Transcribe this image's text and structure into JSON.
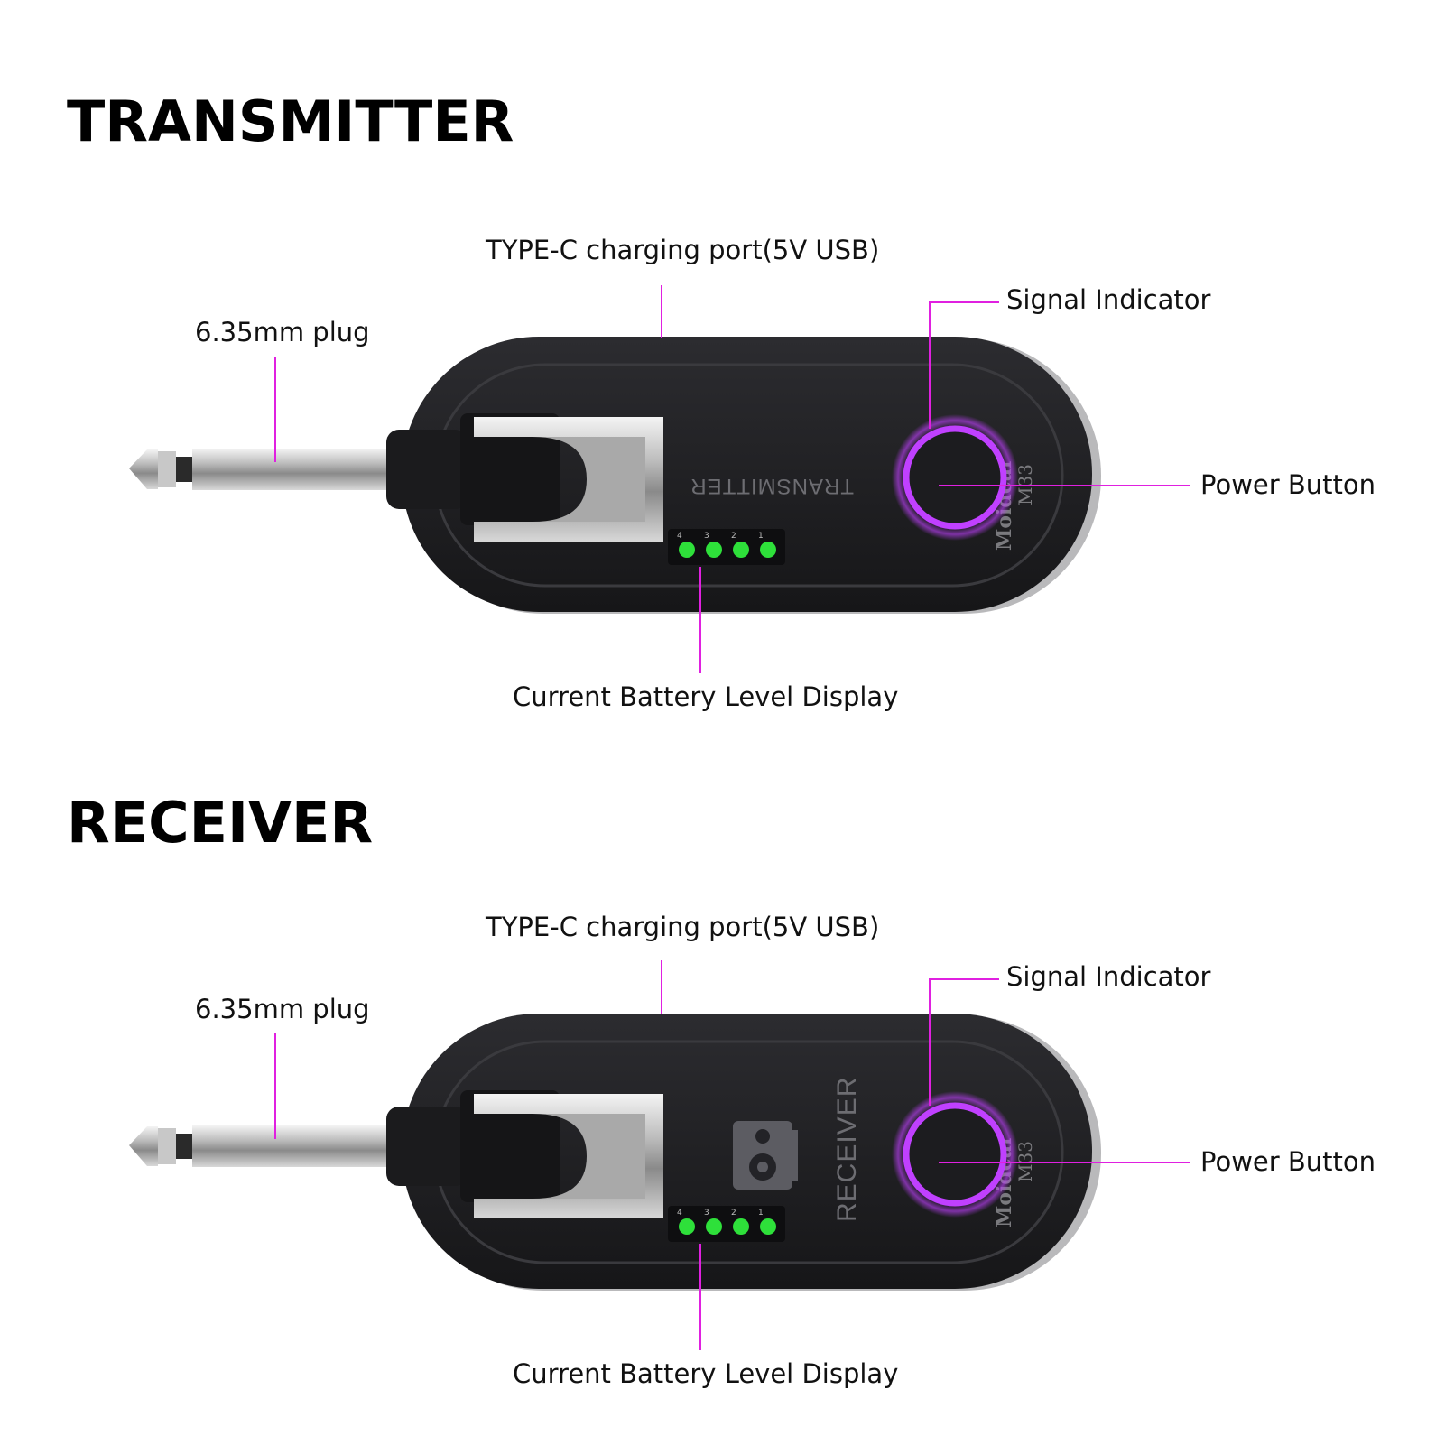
{
  "colors": {
    "callout": "#e020e0",
    "led": "#2ee03a",
    "ring": "#c040ff",
    "body": "#222226"
  },
  "sections": [
    {
      "heading": "TRANSMITTER",
      "labels": {
        "usb": "TYPE-C charging port(5V USB)",
        "plug": "6.35mm plug",
        "signal": "Signal Indicator",
        "power": "Power Button",
        "battery": "Current Battery Level Display"
      },
      "device_text": "TRANSMITTER",
      "brand": "Moideal",
      "model": "M33",
      "led_numbers": [
        "4",
        "3",
        "2",
        "1"
      ]
    },
    {
      "heading": "RECEIVER",
      "labels": {
        "usb": "TYPE-C charging port(5V USB)",
        "plug": "6.35mm plug",
        "signal": "Signal Indicator",
        "power": "Power Button",
        "battery": "Current Battery Level Display"
      },
      "device_text": "RECEIVER",
      "brand": "Moideal",
      "model": "M33",
      "led_numbers": [
        "4",
        "3",
        "2",
        "1"
      ]
    }
  ]
}
